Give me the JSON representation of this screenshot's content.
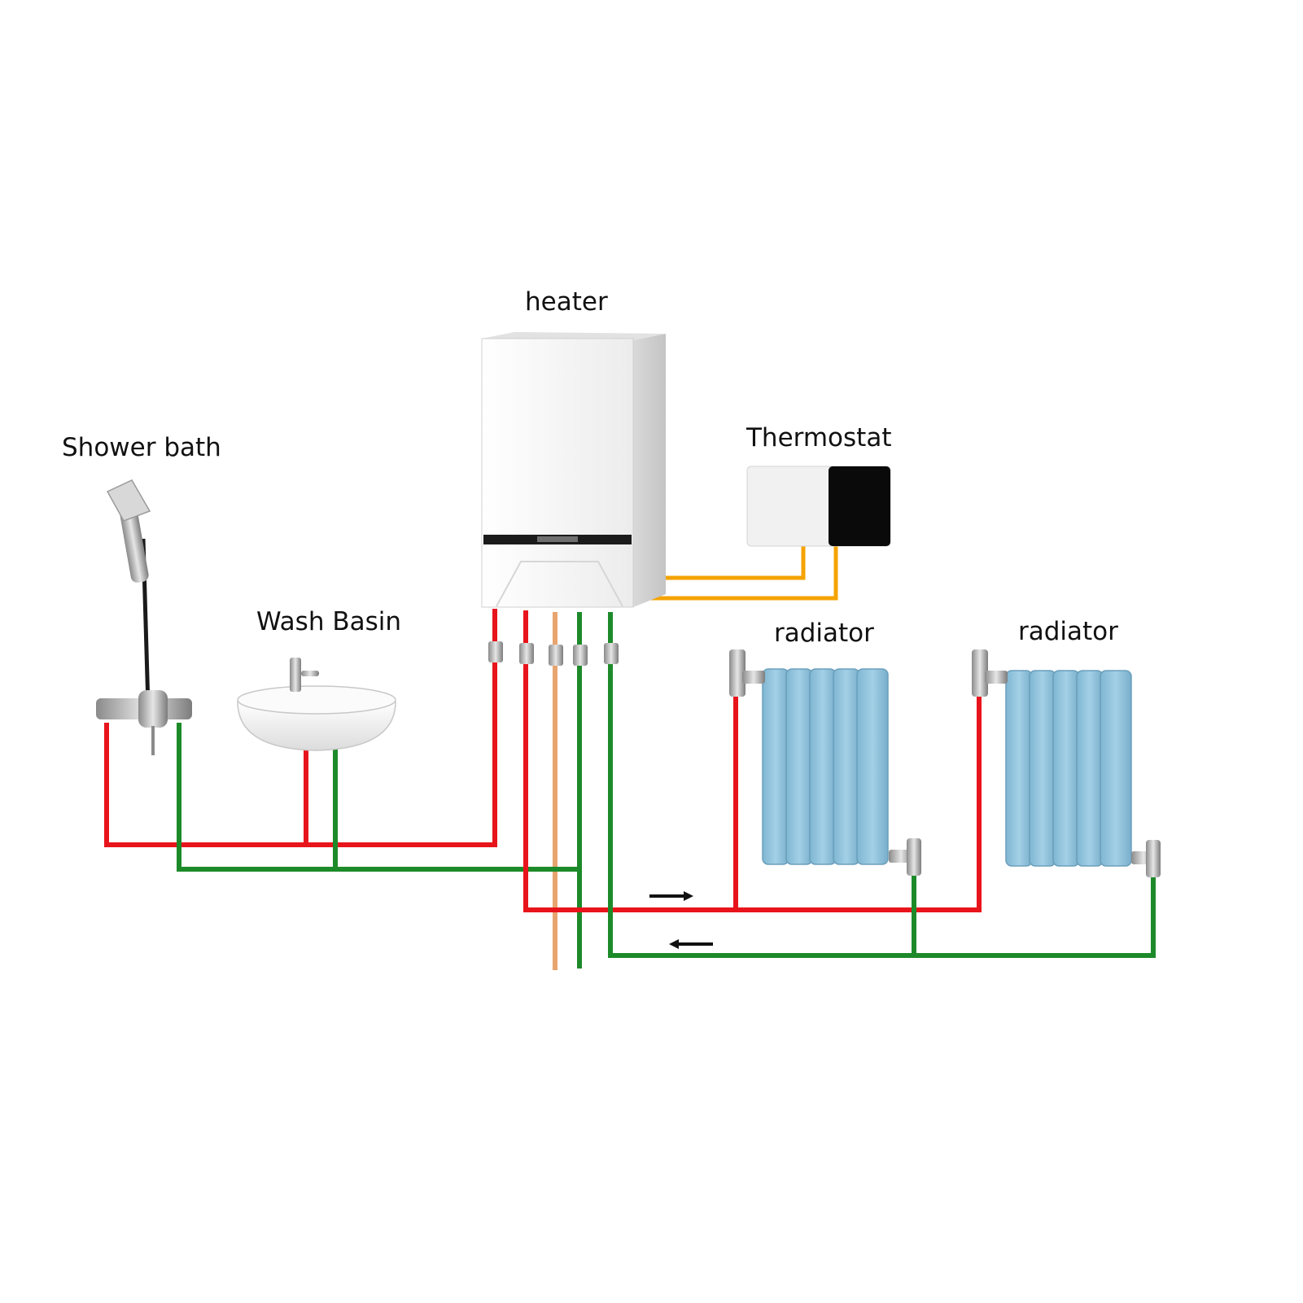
{
  "labels": {
    "heater": "heater",
    "thermostat": "Thermostat",
    "shower": "Shower bath",
    "basin": "Wash Basin",
    "radiator_1": "radiator",
    "radiator_2": "radiator"
  },
  "colors": {
    "hot_pipe": "#e8141b",
    "return_pipe": "#1d8a2a",
    "gas_pipe": "#e7a46e",
    "control_wire": "#f5a300",
    "radiator": "#8fc3dc",
    "heater_body": "#f3f3f3",
    "thermostat_screen": "#0a0a0a"
  },
  "icons": {
    "flow_forward": "arrow-right-icon",
    "flow_return": "arrow-left-icon"
  }
}
